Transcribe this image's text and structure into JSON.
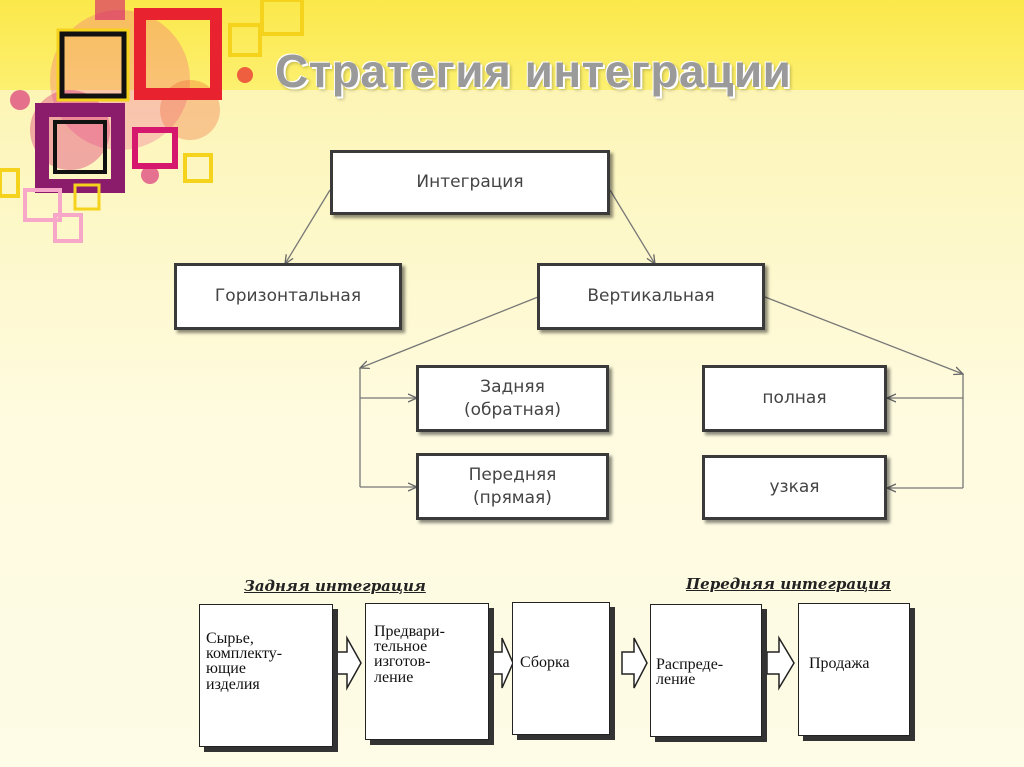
{
  "slide": {
    "title": "Стратегия интеграции"
  },
  "tree": {
    "root": "Интеграция",
    "horizontal": "Горизонтальная",
    "vertical": "Вертикальная",
    "backward": "Задняя\n(обратная)",
    "forward": "Передняя\n(прямая)",
    "full": "полная",
    "narrow": "узкая"
  },
  "flow": {
    "backward_label": "Задняя интеграция",
    "forward_label": "Передняя интеграция",
    "steps": [
      "Сырье,\nкомплекту-\nющие\nизделия",
      "Предвари-\nтельное\nизготов-\nление",
      "Сборка",
      "Распреде-\nление",
      "Продажа"
    ]
  },
  "colors": {
    "background": "#fdf7c4",
    "title": "#9a9a9a",
    "deco_magenta": "#d6176e",
    "deco_red": "#e8222e",
    "deco_yellow": "#f5d21b",
    "deco_purple": "#8a1c6b"
  }
}
